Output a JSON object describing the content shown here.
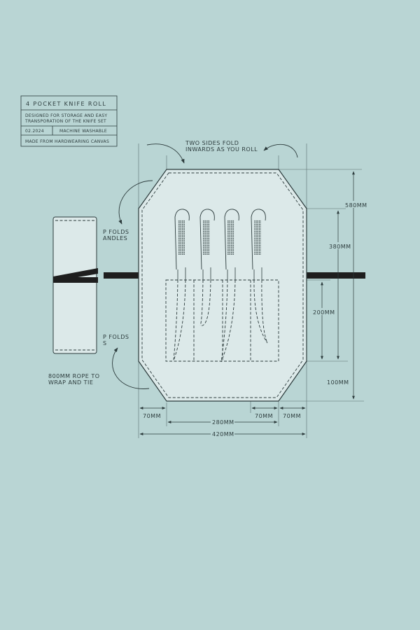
{
  "colors": {
    "background": "#b9d5d4",
    "panel": "#dce9e9",
    "line": "#2c3b3c",
    "rope": "#1e1e1e"
  },
  "info_box": {
    "title": "4 POCKET KNIFE ROLL",
    "description_line1": "DESIGNED FOR STORAGE AND EASY",
    "description_line2": "TRANSPORATION OF THE KNIFE SET",
    "date": "02.2024",
    "care": "MACHINE WASHABLE",
    "material": "MADE FROM HARDWEARING CANVAS"
  },
  "annotations": {
    "fold_line1": "TWO SIDES FOLD",
    "fold_line2": "INWARDS AS YOU ROLL",
    "top_flap_line1": "P FOLDS",
    "top_flap_line2": "ANDLES",
    "bottom_flap_line1": "P FOLDS",
    "bottom_flap_line2": "S",
    "rope_line1": "800MM ROPE TO",
    "rope_line2": "WRAP AND TIE"
  },
  "dimensions": {
    "height_total": "580MM",
    "height_upper": "380MM",
    "pocket_height": "200MM",
    "corner_height": "100MM",
    "corner_left": "70MM",
    "pocket_width": "280MM",
    "corner_inner": "70MM",
    "corner_right": "70MM",
    "width_total": "420MM"
  }
}
